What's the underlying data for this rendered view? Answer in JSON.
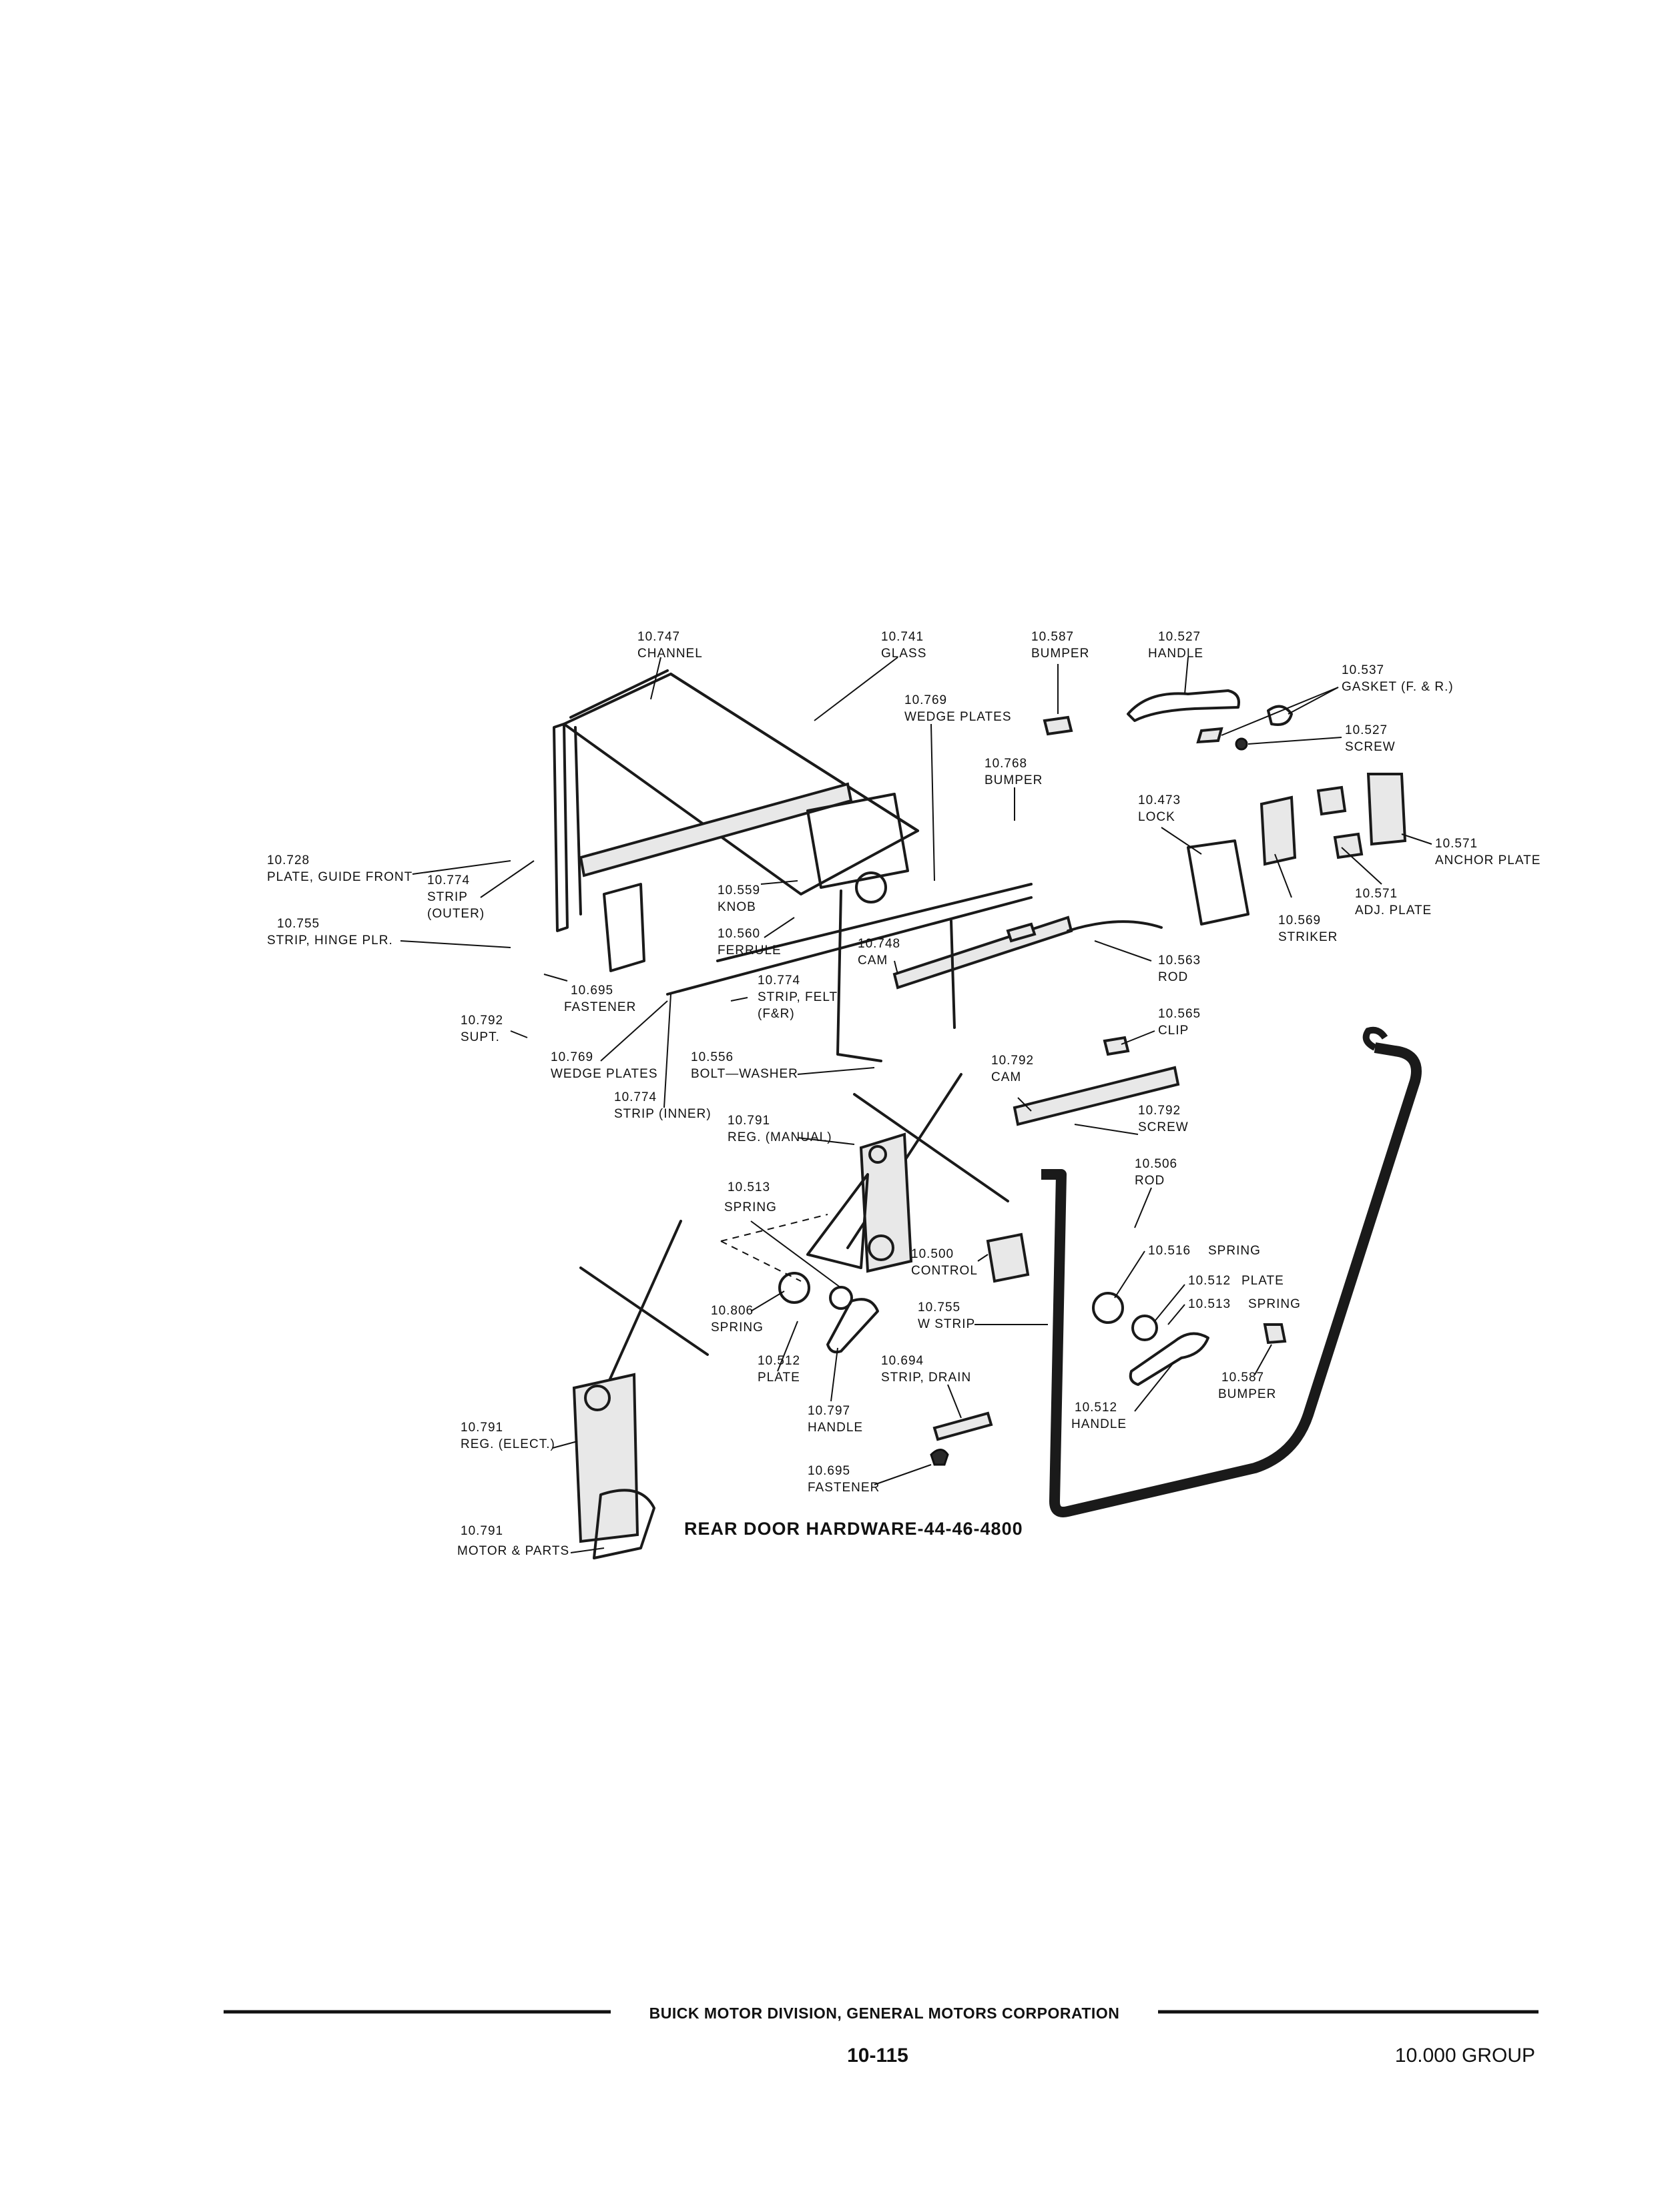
{
  "diagram": {
    "title": "REAR DOOR HARDWARE-44-46-4800",
    "labels": [
      {
        "id": "channel",
        "num": "10.747",
        "name": "CHANNEL"
      },
      {
        "id": "glass",
        "num": "10.741",
        "name": "GLASS"
      },
      {
        "id": "bumper-top",
        "num": "10.587",
        "name": "BUMPER"
      },
      {
        "id": "handle-top",
        "num": "10.527",
        "name": "HANDLE"
      },
      {
        "id": "gasket",
        "num": "10.537",
        "name": "GASKET (F. & R.)"
      },
      {
        "id": "screw-top",
        "num": "10.527",
        "name": "SCREW"
      },
      {
        "id": "wedge-plates-top",
        "num": "10.769",
        "name": "WEDGE PLATES"
      },
      {
        "id": "bumper-mid",
        "num": "10.768",
        "name": "BUMPER"
      },
      {
        "id": "lock",
        "num": "10.473",
        "name": "LOCK"
      },
      {
        "id": "anchor-plate",
        "num": "10.571",
        "name": "ANCHOR PLATE"
      },
      {
        "id": "adj-plate",
        "num": "10.571",
        "name": "ADJ. PLATE"
      },
      {
        "id": "striker",
        "num": "10.569",
        "name": "STRIKER"
      },
      {
        "id": "plate-guide",
        "num": "10.728",
        "name": "PLATE, GUIDE FRONT"
      },
      {
        "id": "strip-outer",
        "num": "10.774",
        "name": "STRIP\n(OUTER)"
      },
      {
        "id": "knob",
        "num": "10.559",
        "name": "KNOB"
      },
      {
        "id": "ferrule",
        "num": "10.560",
        "name": "FERRULE"
      },
      {
        "id": "strip-hinge",
        "num": "10.755",
        "name": "STRIP, HINGE PLR."
      },
      {
        "id": "cam-748",
        "num": "10.748",
        "name": "CAM"
      },
      {
        "id": "rod-563",
        "num": "10.563",
        "name": "ROD"
      },
      {
        "id": "fastener-695a",
        "num": "10.695",
        "name": "FASTENER"
      },
      {
        "id": "strip-felt",
        "num": "10.774",
        "name": "STRIP, FELT\n(F&R)"
      },
      {
        "id": "clip",
        "num": "10.565",
        "name": "CLIP"
      },
      {
        "id": "supt",
        "num": "10.792",
        "name": "SUPT."
      },
      {
        "id": "wedge-plates-low",
        "num": "10.769",
        "name": "WEDGE PLATES"
      },
      {
        "id": "bolt-washer",
        "num": "10.556",
        "name": "BOLT—WASHER"
      },
      {
        "id": "cam-792",
        "num": "10.792",
        "name": "CAM"
      },
      {
        "id": "strip-inner",
        "num": "10.774",
        "name": "STRIP (INNER)"
      },
      {
        "id": "reg-manual",
        "num": "10.791",
        "name": "REG. (MANUAL)"
      },
      {
        "id": "screw-792",
        "num": "10.792",
        "name": "SCREW"
      },
      {
        "id": "rod-506",
        "num": "10.506",
        "name": "ROD"
      },
      {
        "id": "spring-513",
        "num": "10.513",
        "name": "SPRING"
      },
      {
        "id": "control",
        "num": "10.500",
        "name": "CONTROL"
      },
      {
        "id": "spring-516",
        "num": "10.516",
        "name": "SPRING"
      },
      {
        "id": "plate-512a",
        "num": "10.512",
        "name": "PLATE"
      },
      {
        "id": "spring-513b",
        "num": "10.513",
        "name": "SPRING"
      },
      {
        "id": "spring-806",
        "num": "10.806",
        "name": "SPRING"
      },
      {
        "id": "w-strip",
        "num": "10.755",
        "name": "W STRIP"
      },
      {
        "id": "plate-512b",
        "num": "10.512",
        "name": "PLATE"
      },
      {
        "id": "strip-drain",
        "num": "10.694",
        "name": "STRIP, DRAIN"
      },
      {
        "id": "bumper-587b",
        "num": "10.587",
        "name": "BUMPER"
      },
      {
        "id": "handle-797",
        "num": "10.797",
        "name": "HANDLE"
      },
      {
        "id": "handle-512",
        "num": "10.512",
        "name": "HANDLE"
      },
      {
        "id": "reg-elect",
        "num": "10.791",
        "name": "REG. (ELECT.)"
      },
      {
        "id": "fastener-695b",
        "num": "10.695",
        "name": "FASTENER"
      },
      {
        "id": "motor",
        "num": "10.791",
        "name": "MOTOR & PARTS"
      }
    ]
  },
  "footer": {
    "company": "BUICK MOTOR DIVISION, GENERAL MOTORS CORPORATION",
    "page": "10-115",
    "group": "10.000 GROUP"
  }
}
